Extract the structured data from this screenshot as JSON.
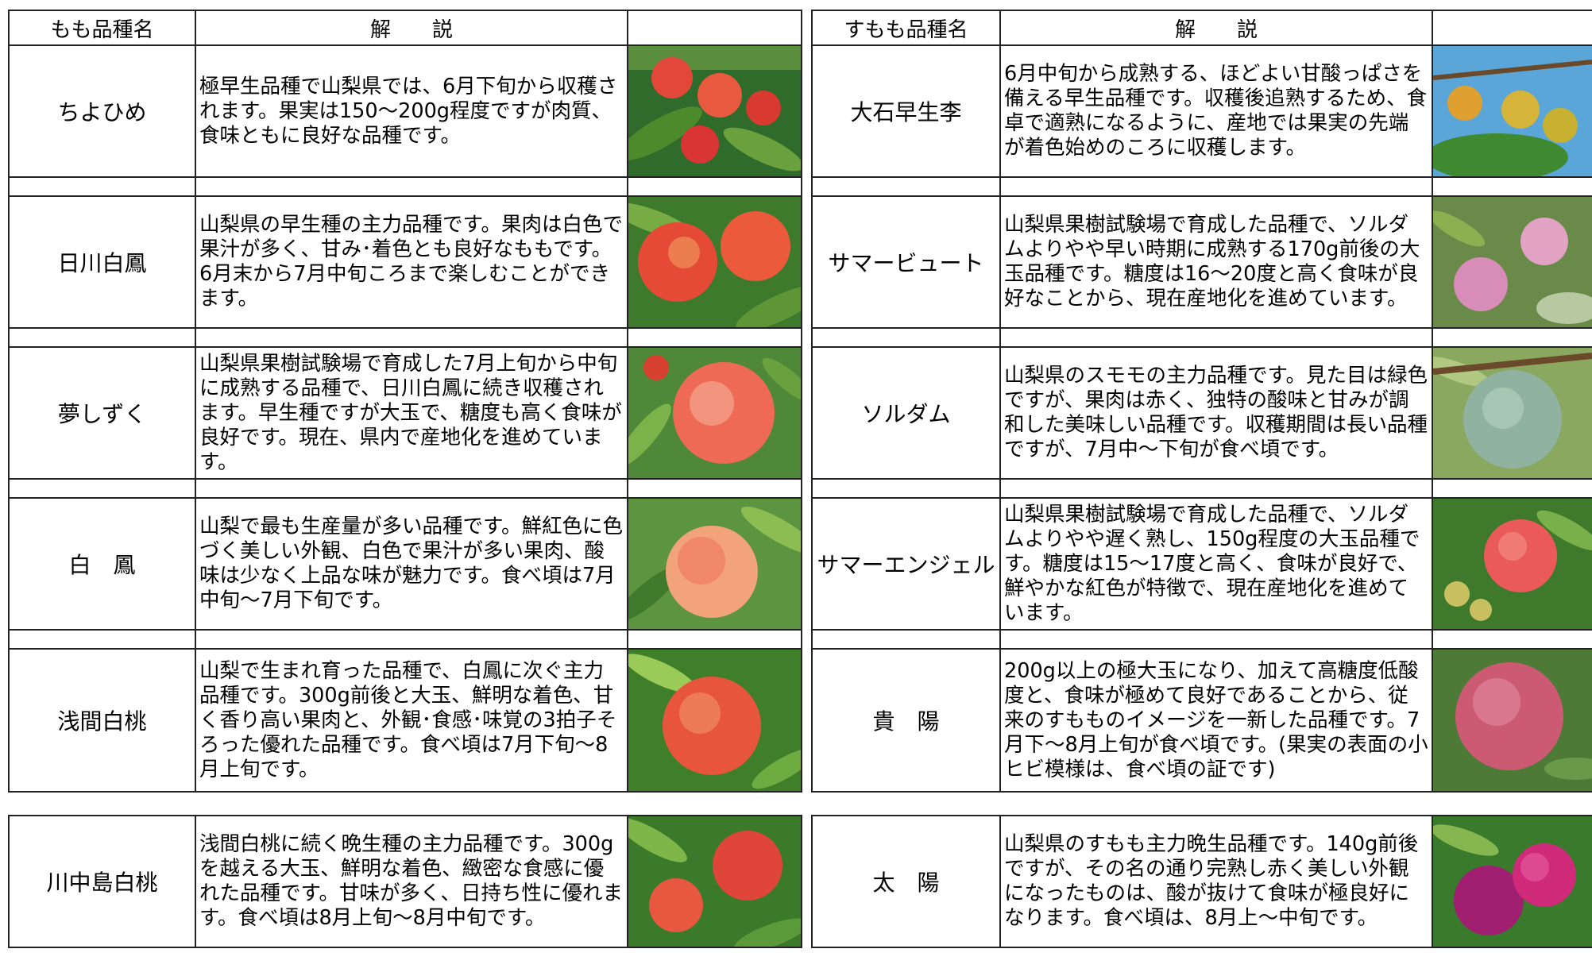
{
  "peach_table": {
    "header": {
      "name": "もも品種名",
      "desc": "解　　説"
    },
    "rows": [
      {
        "name": "ちよひめ",
        "desc": "極早生品種で山梨県では、6月下旬から収穫されます。果実は150～200g程度ですが肉質、食味ともに良好な品種です。",
        "photo": "peach-photo"
      },
      {
        "name": "日川白鳳",
        "desc": "山梨県の早生種の主力品種です。果肉は白色で果汁が多く、甘み･着色とも良好なももです。6月末から7月中旬ころまで楽しむことができます。",
        "photo": "peach-photo"
      },
      {
        "name": "夢しずく",
        "desc": "山梨県果樹試験場で育成した7月上旬から中旬に成熟する品種で、日川白鳳に続き収穫されます。早生種ですが大玉で、糖度も高く食味が良好です。現在、県内で産地化を進めています。",
        "photo": "peach-photo"
      },
      {
        "name": "白　鳳",
        "desc": "山梨で最も生産量が多い品種です。鮮紅色に色づく美しい外観、白色で果汁が多い果肉、酸味は少なく上品な味が魅力です。食べ頃は7月中旬～7月下旬です。",
        "photo": "peach-photo"
      },
      {
        "name": "浅間白桃",
        "desc": "山梨で生まれ育った品種で、白鳳に次ぐ主力品種です。300g前後と大玉、鮮明な着色、甘く香り高い果肉と、外観･食感･味覚の3拍子そろった優れた品種です。食べ頃は7月下旬～8月上旬です。",
        "photo": "peach-photo"
      },
      {
        "name": "川中島白桃",
        "desc": "浅間白桃に続く晩生種の主力品種です。300gを越える大玉、鮮明な着色、緻密な食感に優れた品種です。甘味が多く、日持ち性に優れます。食べ頃は8月上旬～8月中旬です。",
        "photo": "peach-photo"
      }
    ]
  },
  "plum_table": {
    "header": {
      "name": "すもも品種名",
      "desc": "解　　説"
    },
    "rows": [
      {
        "name": "大石早生李",
        "desc": "6月中旬から成熟する、ほどよい甘酸っぱさを備える早生品種です。収穫後追熟するため、食卓で適熟になるように、産地では果実の先端が着色始めのころに収穫します。",
        "photo": "plum-photo"
      },
      {
        "name": "サマービュート",
        "desc": "山梨県果樹試験場で育成した品種で、ソルダムよりやや早い時期に成熟する170g前後の大玉品種です。糖度は16～20度と高く食味が良好なことから、現在産地化を進めています。",
        "photo": "plum-photo"
      },
      {
        "name": "ソルダム",
        "desc": "山梨県のスモモの主力品種です。見た目は緑色ですが、果肉は赤く、独特の酸味と甘みが調和した美味しい品種です。収穫期間は長い品種ですが、7月中～下旬が食べ頃です。",
        "photo": "plum-photo"
      },
      {
        "name": "サマーエンジェル",
        "desc": "山梨県果樹試験場で育成した品種で、ソルダムよりやや遅く熟し、150g程度の大玉品種です。糖度は15～17度と高く、食味が良好で、鮮やかな紅色が特徴で、現在産地化を進めています。",
        "photo": "plum-photo"
      },
      {
        "name": "貴　陽",
        "desc": "200g以上の極大玉になり、加えて高糖度低酸度と、食味が極めて良好であることから、従来のすもものイメージを一新した品種です。7月下～8月上旬が食べ頃です。(果実の表面の小ヒビ模様は、食べ頃の証です)",
        "photo": "plum-photo"
      },
      {
        "name": "太　陽",
        "desc": "山梨県のすもも主力晩生品種です。140g前後ですが、その名の通り完熟し赤く美しい外観になったものは、酸が抜けて食味が極良好になります。食べ頃は、8月上～中旬です。",
        "photo": "plum-photo"
      }
    ]
  }
}
